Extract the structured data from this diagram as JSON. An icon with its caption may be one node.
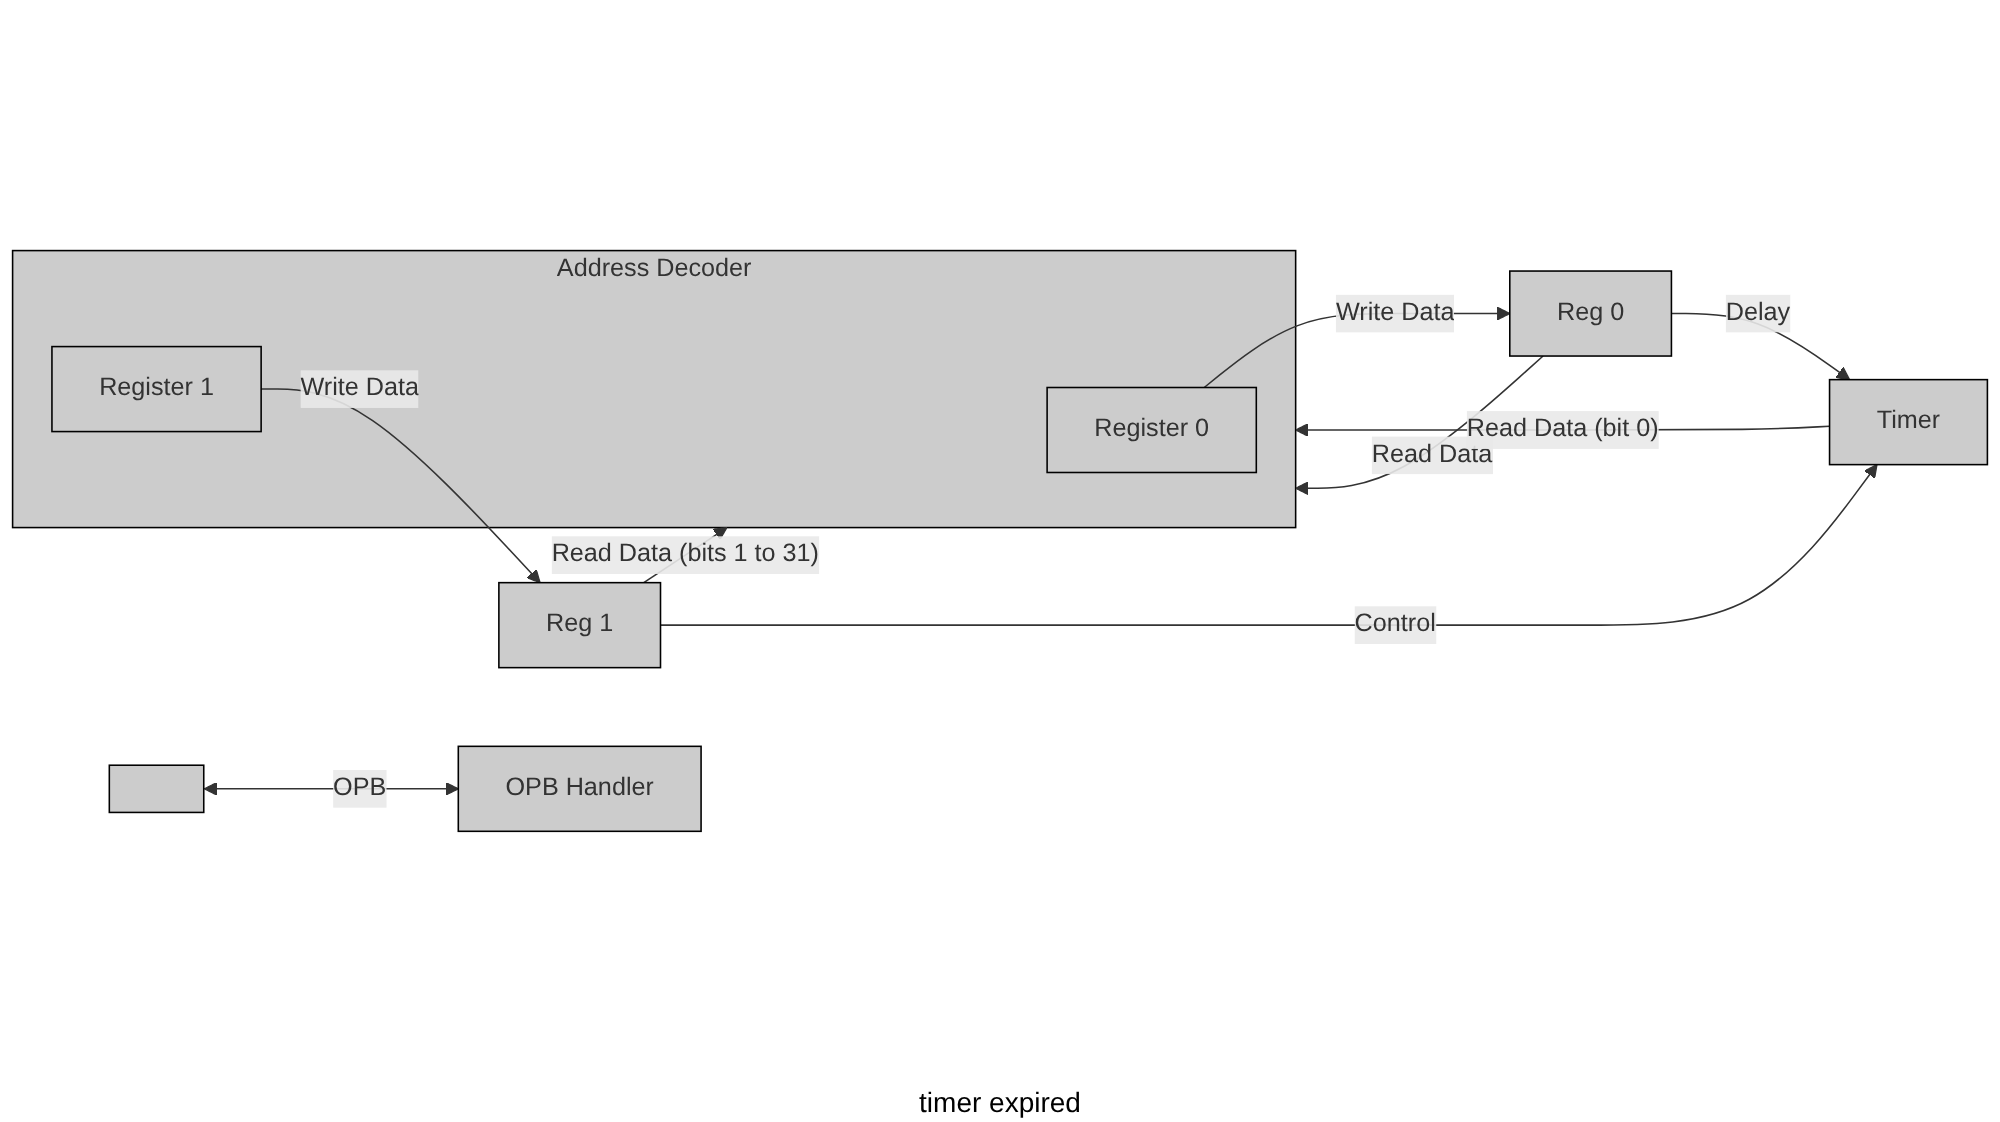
{
  "diagram": {
    "nodes": [
      {
        "text": [],
        "shape": "box"
      },
      {
        "text": [
          "OPB Handler"
        ]
      },
      {
        "text": [
          "Address Decoder"
        ]
      },
      {
        "text": [
          "Register 0"
        ],
        "in": 2
      },
      {
        "text": [
          "Register 1"
        ],
        "in": 2
      },
      {
        "text": [
          "Reg 0"
        ]
      },
      {
        "text": [
          "Reg 1"
        ]
      },
      {
        "text": [
          "Timer"
        ]
      }
    ],
    "edges": [
      {
        "from": 0,
        "to": 1,
        "arrow": "both",
        "label": "OPB"
      },
      {
        "from": 3,
        "to": 5,
        "arrow": "to",
        "label": "Write Data"
      },
      {
        "from": 5,
        "to": 7,
        "arrow": "to",
        "label": "Delay"
      },
      {
        "from": 5,
        "to": 2,
        "arrow": "to",
        "label": "Read Data"
      },
      {
        "from": 4,
        "to": 6,
        "arrow": "to",
        "label": "Write Data"
      },
      {
        "from": 6,
        "to": 7,
        "arrow": "to",
        "label": "Control"
      },
      {
        "from": 6,
        "to": 2,
        "arrow": "to",
        "label": "Read Data (bits 1 to 31)"
      },
      {
        "from": 7,
        "to": 2,
        "arrow": "to",
        "label": "Read Data (bit 0)"
      }
    ],
    "labels": [
      "timer expired"
    ]
  }
}
